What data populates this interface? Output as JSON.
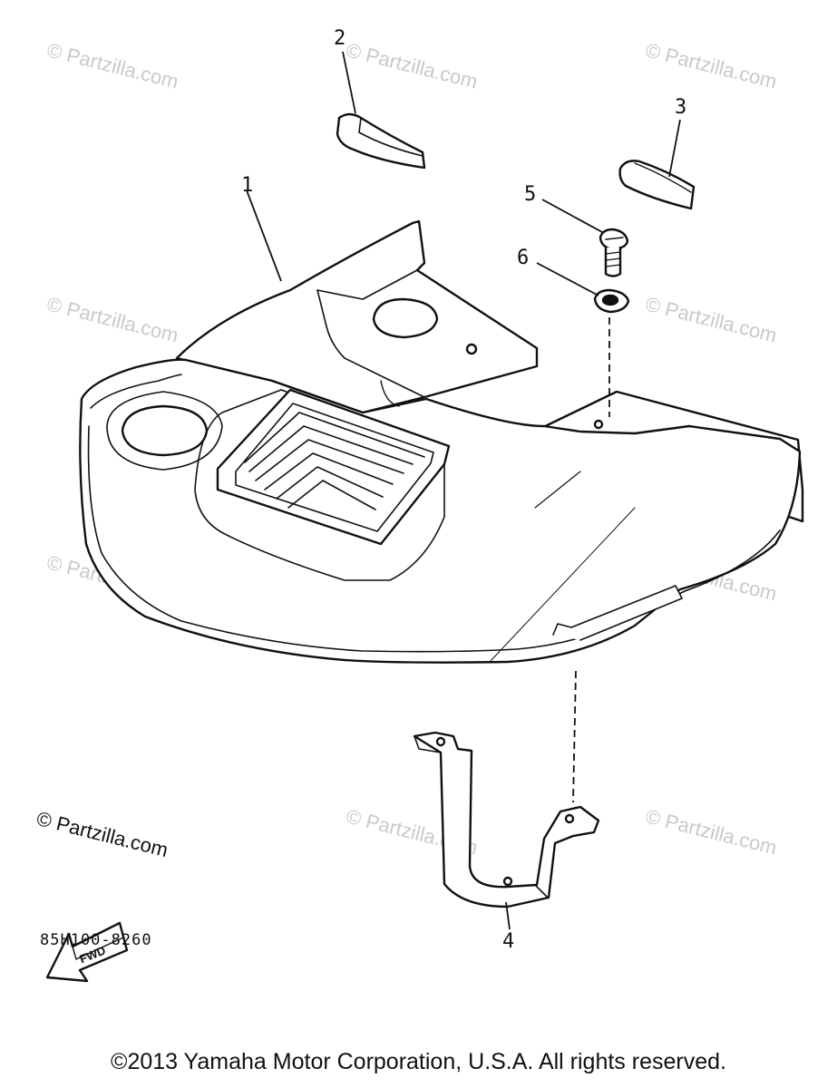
{
  "watermark_text": "© Partzilla.com",
  "brand_watermark": "© Partzilla.com",
  "callouts": [
    "1",
    "2",
    "3",
    "4",
    "5",
    "6"
  ],
  "fwd_label": "FWD",
  "diagram_code": "85H100-8260",
  "copyright": "©2013 Yamaha Motor Corporation, U.S.A. All rights reserved."
}
